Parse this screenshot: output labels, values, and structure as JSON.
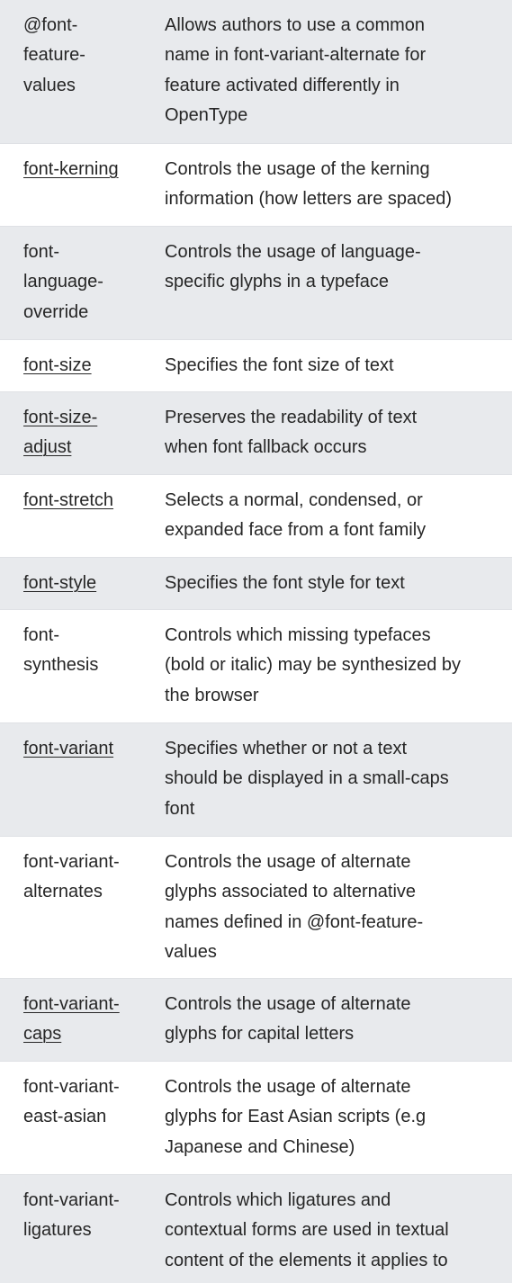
{
  "rows": [
    {
      "property": "@font-feature-values",
      "prop_lines": [
        "@font-",
        "feature-",
        "values"
      ],
      "link": false,
      "description_lines": [
        "Allows authors to use a common",
        "name in font-variant-alternate for",
        "feature activated differently in",
        "OpenType"
      ]
    },
    {
      "property": "font-kerning",
      "prop_lines": [
        "font-kerning"
      ],
      "link": true,
      "description_lines": [
        "Controls the usage of the kerning",
        "information (how letters are spaced)"
      ]
    },
    {
      "property": "font-language-override",
      "prop_lines": [
        "font-",
        "language-",
        "override"
      ],
      "link": false,
      "description_lines": [
        "Controls the usage of language-",
        "specific glyphs in a typeface"
      ]
    },
    {
      "property": "font-size",
      "prop_lines": [
        "font-size"
      ],
      "link": true,
      "description_lines": [
        "Specifies the font size of text"
      ]
    },
    {
      "property": "font-size-adjust",
      "prop_lines": [
        "font-size-",
        "adjust"
      ],
      "link": true,
      "description_lines": [
        "Preserves the readability of text",
        "when font fallback occurs"
      ]
    },
    {
      "property": "font-stretch",
      "prop_lines": [
        "font-stretch"
      ],
      "link": true,
      "description_lines": [
        "Selects a normal, condensed, or",
        "expanded face from a font family"
      ]
    },
    {
      "property": "font-style",
      "prop_lines": [
        "font-style"
      ],
      "link": true,
      "description_lines": [
        "Specifies the font style for text"
      ]
    },
    {
      "property": "font-synthesis",
      "prop_lines": [
        "font-",
        "synthesis"
      ],
      "link": false,
      "description_lines": [
        "Controls which missing typefaces",
        "(bold or italic) may be synthesized by",
        "the browser"
      ]
    },
    {
      "property": "font-variant",
      "prop_lines": [
        "font-variant"
      ],
      "link": true,
      "description_lines": [
        "Specifies whether or not a text",
        "should be displayed in a small-caps",
        "font"
      ]
    },
    {
      "property": "font-variant-alternates",
      "prop_lines": [
        "font-variant-",
        "alternates"
      ],
      "link": false,
      "description_lines": [
        "Controls the usage of alternate",
        "glyphs associated to alternative",
        "names defined in @font-feature-",
        "values"
      ]
    },
    {
      "property": "font-variant-caps",
      "prop_lines": [
        "font-variant-",
        "caps"
      ],
      "link": true,
      "description_lines": [
        "Controls the usage of alternate",
        "glyphs for capital letters"
      ]
    },
    {
      "property": "font-variant-east-asian",
      "prop_lines": [
        "font-variant-",
        "east-asian"
      ],
      "link": false,
      "description_lines": [
        "Controls the usage of alternate",
        "glyphs for East Asian scripts (e.g",
        "Japanese and Chinese)"
      ]
    },
    {
      "property": "font-variant-ligatures",
      "prop_lines": [
        "font-variant-",
        "ligatures"
      ],
      "link": false,
      "description_lines": [
        "Controls which ligatures and",
        "contextual forms are used in textual",
        "content of the elements it applies to"
      ]
    }
  ]
}
